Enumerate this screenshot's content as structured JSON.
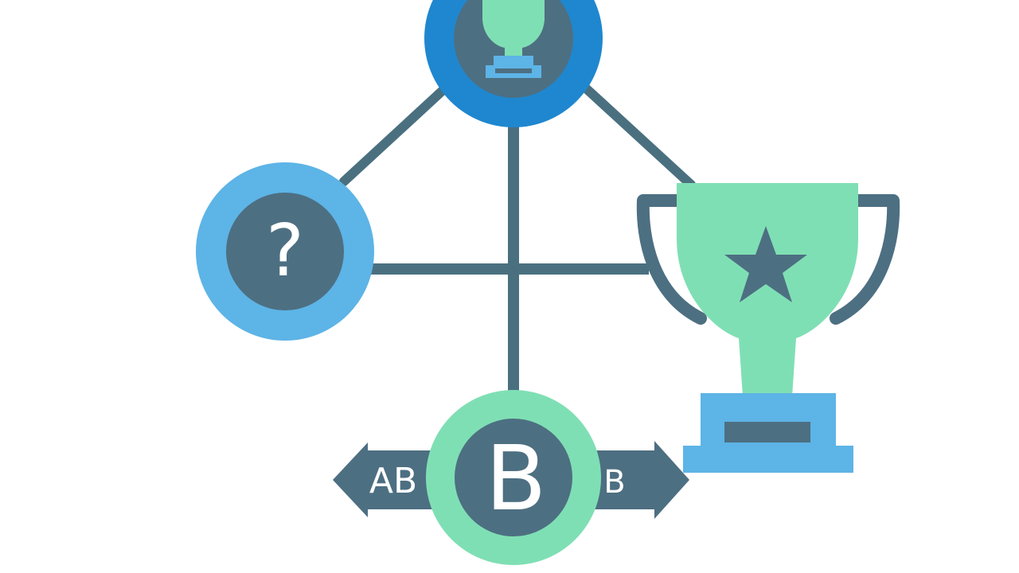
{
  "diagram": {
    "question_node": {
      "symbol": "?",
      "icon": "question-mark-icon"
    },
    "top_node": {
      "icon": "trophy-icon"
    },
    "bottom_node": {
      "symbol": "B",
      "icon": "letter-b-icon"
    },
    "left_arrow": {
      "label": "AB",
      "direction": "left"
    },
    "right_arrow": {
      "label": "B",
      "direction": "right"
    },
    "trophy": {
      "icon": "star-icon"
    }
  },
  "colors": {
    "connector": "#4a7080",
    "node_dark": "#4d6f82",
    "blue_light": "#5db4e6",
    "blue_dark": "#1f87cf",
    "green": "#7fdfb4",
    "text_white": "#ffffff"
  }
}
